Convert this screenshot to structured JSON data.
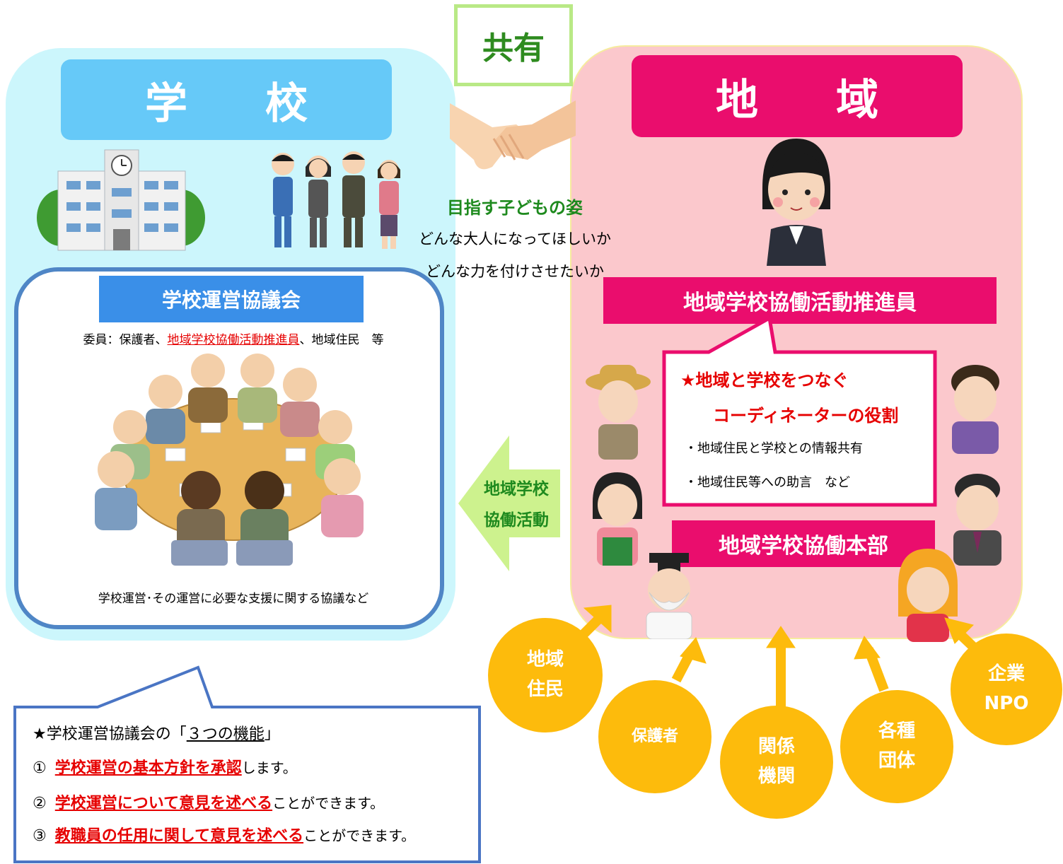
{
  "center": {
    "share_label": "共有",
    "goal_title": "目指す子どもの姿",
    "goal_line1": "どんな大人になってほしいか",
    "goal_line2": "どんな力を付けさせたいか",
    "arrow_label_line1": "地域学校",
    "arrow_label_line2": "協働活動"
  },
  "school": {
    "title": "学校",
    "council_title": "学校運営協議会",
    "members_prefix": "委員：保護者、",
    "members_highlight": "地域学校協働活動推進員",
    "members_suffix": "、地域住民　等",
    "council_footer": "学校運営･その運営に必要な支援に関する協議など"
  },
  "region": {
    "title": "地域",
    "promoter_title": "地域学校協働活動推進員",
    "role_line1": "★地域と学校をつなぐ",
    "role_line2": "コーディネーターの役割",
    "role_bullet1": "・地域住民と学校との情報共有",
    "role_bullet2": "・地域住民等への助言　など",
    "hq_title": "地域学校協働本部"
  },
  "stakeholders": [
    {
      "line1": "地域",
      "line2": "住民"
    },
    {
      "line1": "保護者",
      "line2": ""
    },
    {
      "line1": "関係",
      "line2": "機関"
    },
    {
      "line1": "各種",
      "line2": "団体"
    },
    {
      "line1": "企業",
      "line2": "NPO"
    }
  ],
  "functions": {
    "title_prefix": "★学校運営協議会の「",
    "title_underlined": "３つの機能",
    "title_suffix": "」",
    "items": [
      {
        "num": "①",
        "emph": "学校運営の基本方針を承認",
        "suffix": "します。"
      },
      {
        "num": "②",
        "emph": "学校運営について意見を述べる",
        "suffix": "ことができます。"
      },
      {
        "num": "③",
        "emph": "教職員の任用に関して意見を述べる",
        "suffix": "ことができます。"
      }
    ]
  },
  "colors": {
    "school_bg": "#ccf6fc",
    "school_title": "#66c9f8",
    "council_title": "#3a8fe8",
    "region_bg": "#fbc8cc",
    "region_accent": "#ea0d6d",
    "circle": "#fdbb0c",
    "green_text": "#1e8a1e",
    "red_text": "#e60000"
  }
}
